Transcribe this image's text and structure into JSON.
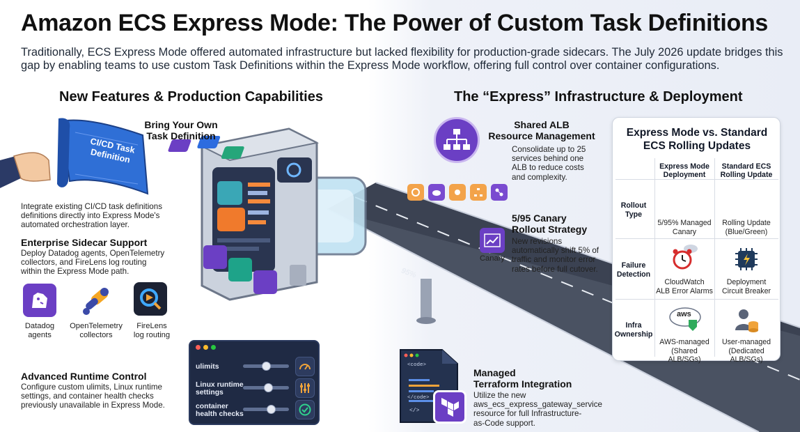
{
  "header": {
    "title": "Amazon ECS Express Mode: The Power of Custom Task Definitions",
    "intro": "Traditionally, ECS Express Mode offered automated infrastructure but lacked flexibility for production-grade sidecars. The July 2026 update bridges this gap by enabling teams to use custom Task Definitions within the Express Mode workflow, offering full control over container configurations."
  },
  "left": {
    "heading": "New Features & Production Capabilities",
    "byo": {
      "title_line1": "Bring Your Own",
      "title_line2": "Task Definition",
      "scroll_line1": "CI/CD Task",
      "scroll_line2": "Definition",
      "body": "Integrate existing CI/CD task definitions definitions directly into Express Mode's automated orchestration layer."
    },
    "sidecar": {
      "title": "Enterprise Sidecar Support",
      "body": "Deploy Datadog agents, OpenTelemetry collectors, and FireLens log routing within the Express Mode path.",
      "logos": [
        {
          "icon": "datadog-icon",
          "line1": "Datadog",
          "line2": "agents"
        },
        {
          "icon": "opentelemetry-icon",
          "line1": "OpenTelemetry",
          "line2": "collectors"
        },
        {
          "icon": "firelens-icon",
          "line1": "FireLens",
          "line2": "log routing"
        }
      ]
    },
    "runtime": {
      "title": "Advanced Runtime Control",
      "body": "Configure custom ulimits, Linux runtime settings, and container health checks previously unavailable in Express Mode."
    },
    "controls": {
      "items": [
        {
          "label_line1": "ulimits",
          "label_line2": "",
          "level": 0.5
        },
        {
          "label_line1": "Linux runtime",
          "label_line2": "settings",
          "level": 0.55
        },
        {
          "label_line1": "container",
          "label_line2": "health checks",
          "level": 0.6
        }
      ]
    }
  },
  "right": {
    "heading": "The “Express” Infrastructure & Deployment",
    "alb": {
      "title_line1": "Shared ALB",
      "title_line2": "Resource Management",
      "body": "Consolidate up to 25 services behind one ALB to reduce costs and complexity."
    },
    "canary": {
      "title_line1": "5/95 Canary",
      "title_line2": "Rollout Strategy",
      "icon_label": "Canary",
      "body": "New revisions automatically shift 5% of traffic and monitor error rates before full cutover."
    },
    "road_label": "95%",
    "terraform": {
      "title_line1": "Managed",
      "title_line2": "Terraform Integration",
      "body": "Utilize the new aws_ecs_express_gateway_service resource for full Infrastructure-as-Code support.",
      "code_tag1": "<code>",
      "code_tag2": "</code>",
      "code_tag3": "</>"
    },
    "comparison": {
      "title_line1": "Express Mode vs. Standard",
      "title_line2": "ECS Rolling Updates",
      "col1_line1": "Express Mode",
      "col1_line2": "Deployment",
      "col2_line1": "Standard ECS",
      "col2_line2": "Rolling Update",
      "rows": [
        {
          "h1": "Rollout",
          "h2": "Type",
          "c1a": "5/95% Managed",
          "c1b": "Canary",
          "c2a": "Rolling Update",
          "c2b": "(Blue/Green)"
        },
        {
          "h1": "Failure",
          "h2": "Detection",
          "c1a": "CloudWatch",
          "c1b": "ALB Error Alarms",
          "c2a": "Deployment",
          "c2b": "Circuit Breaker"
        },
        {
          "h1": "Infra",
          "h2": "Ownership",
          "c1a": "AWS-managed",
          "c1b": "(Shared ALB/SGs)",
          "c2a": "User-managed",
          "c2b": "(Dedicated ALB/SGs)"
        }
      ],
      "aws_badge": "aws"
    }
  },
  "colors": {
    "purple": "#6b3fc4",
    "orange": "#f08a24",
    "blue": "#2d6cdf",
    "road": "#4a5262"
  }
}
